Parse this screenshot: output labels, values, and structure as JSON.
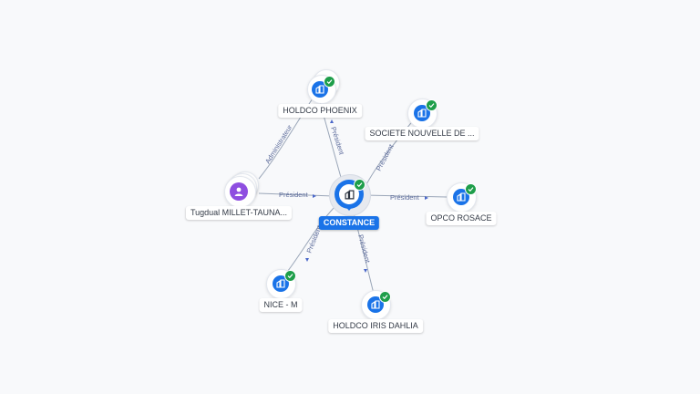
{
  "graph": {
    "central": {
      "label": "CONSTANCE"
    },
    "nodes": [
      {
        "id": "holdco-phoenix",
        "label": "HOLDCO PHOENIX",
        "kind": "company",
        "verified": true
      },
      {
        "id": "societe-nouvelle",
        "label": "SOCIETE NOUVELLE DE ...",
        "kind": "company",
        "verified": true
      },
      {
        "id": "opco-rosace",
        "label": "OPCO ROSACE",
        "kind": "company",
        "verified": true
      },
      {
        "id": "holdco-iris-dahlia",
        "label": "HOLDCO IRIS DAHLIA",
        "kind": "company",
        "verified": true
      },
      {
        "id": "nice-m",
        "label": "NICE - M",
        "kind": "company",
        "verified": true
      },
      {
        "id": "tugdual",
        "label": "Tugdual MILLET-TAUNA...",
        "kind": "person",
        "verified": false
      }
    ],
    "edges": [
      {
        "id": "e-phoenix",
        "label": "Président"
      },
      {
        "id": "e-societe",
        "label": "Président"
      },
      {
        "id": "e-opco",
        "label": "Président"
      },
      {
        "id": "e-iris",
        "label": "Président"
      },
      {
        "id": "e-nice",
        "label": "Président"
      },
      {
        "id": "e-tugdual",
        "label": "Président"
      },
      {
        "id": "e-tugdual-phoenix",
        "label": "Administrateur"
      }
    ]
  },
  "colors": {
    "company": "#1a73e8",
    "person": "#8e4ee0",
    "verified": "#1e9e4a",
    "edge_label": "#5b6a9a"
  }
}
